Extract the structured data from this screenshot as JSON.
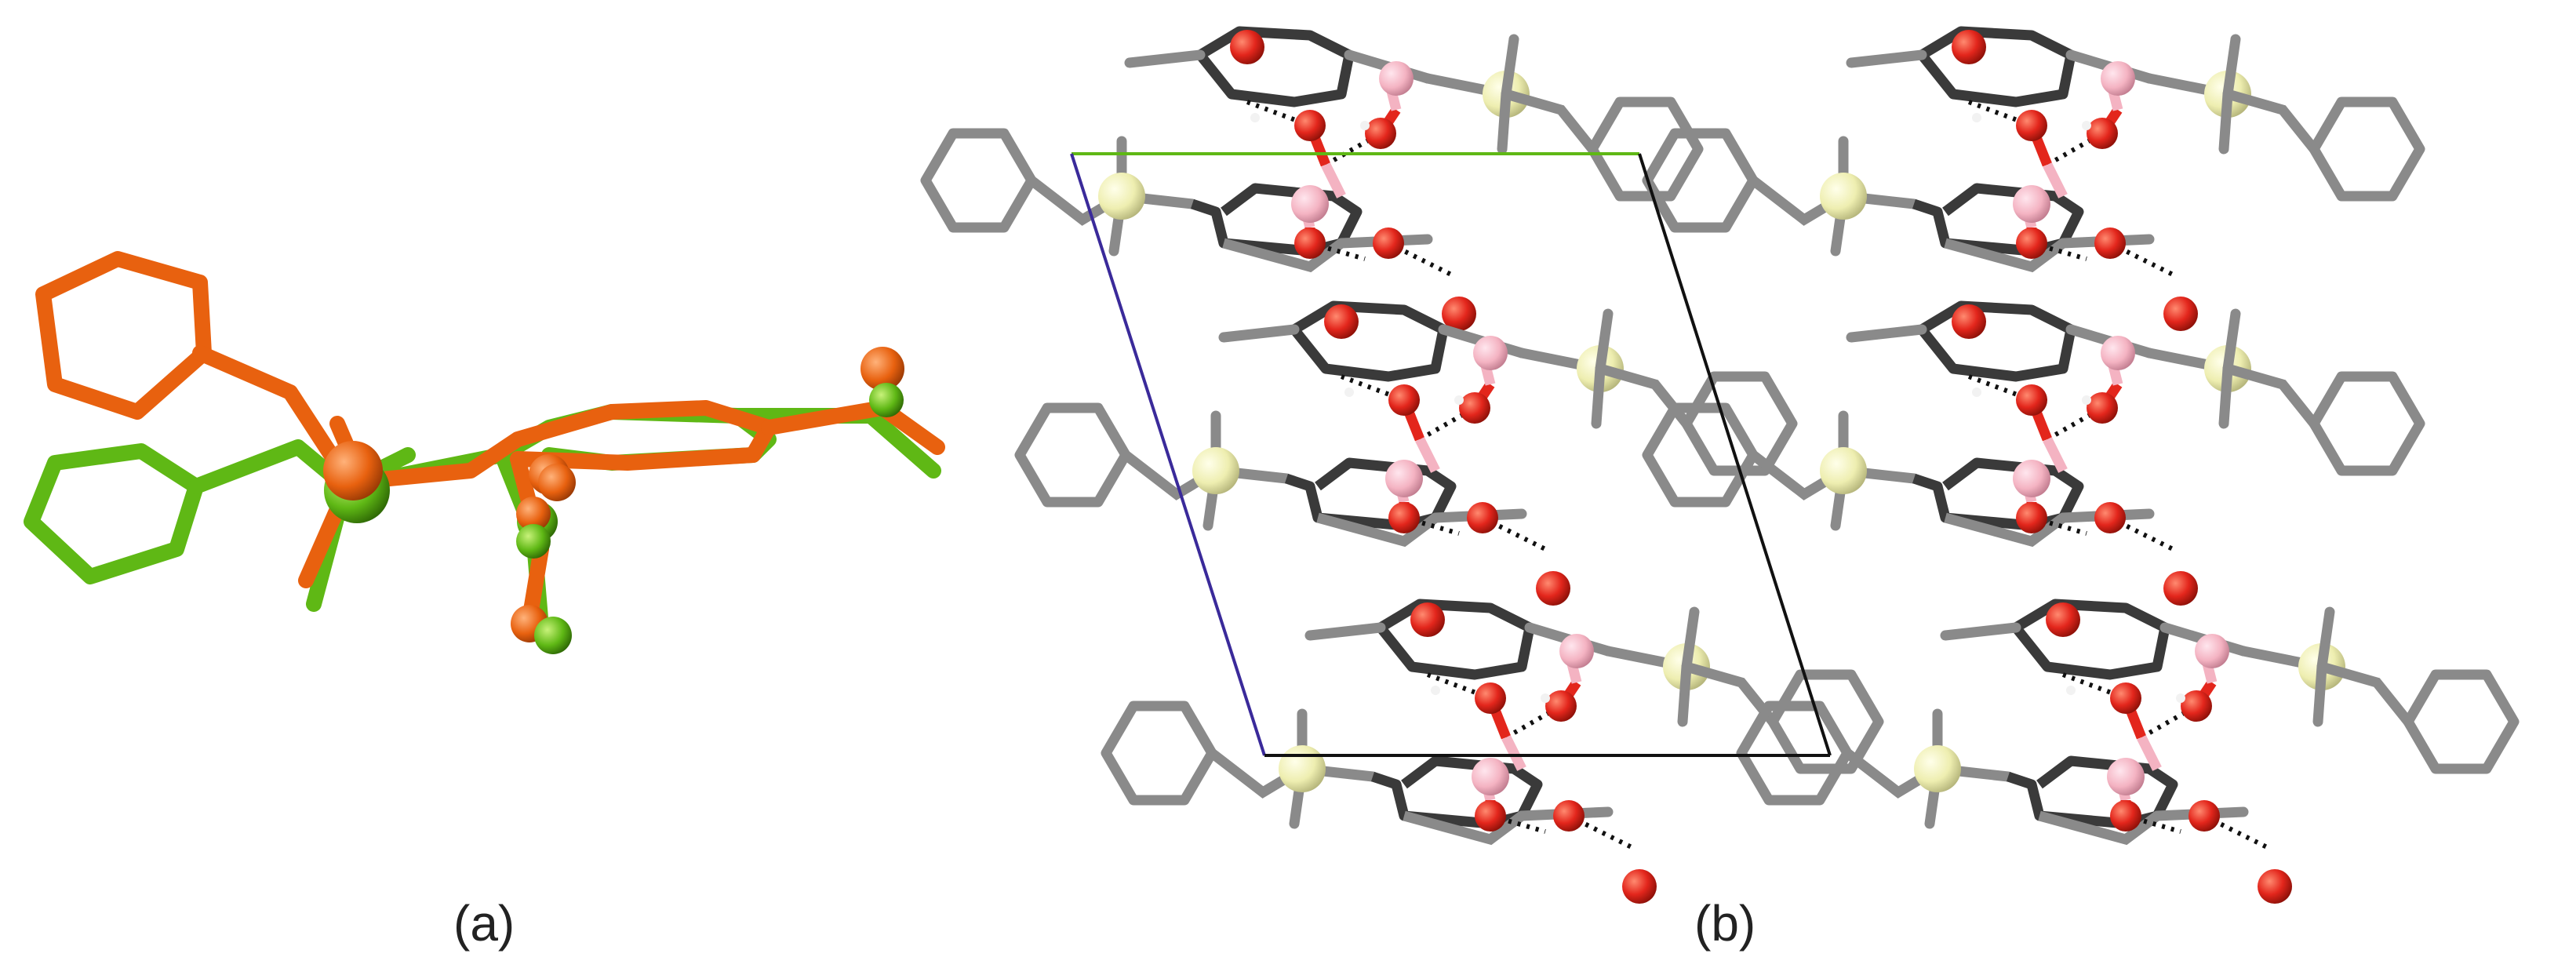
{
  "panels": [
    {
      "id": "a",
      "label": "(a)"
    },
    {
      "id": "b",
      "label": "(b)"
    }
  ],
  "colors": {
    "background": "#ffffff",
    "overlay_molecule_1": "#e8610f",
    "overlay_molecule_2": "#5fb815",
    "carbon_bond": "#8a8a8a",
    "carbon_bond_dark": "#3a3a3a",
    "oxygen_atom": "#e3261c",
    "boron_atom": "#f4b3c2",
    "silicon_atom": "#eeeeb0",
    "hydrogen_bond": "#111111",
    "unit_cell_edge_a": "#5fb815",
    "unit_cell_edge_b": "#3a2a9a",
    "unit_cell_edge": "#111111"
  },
  "icons": [
    "overlay-molecule-a",
    "crystal-packing-b",
    "unit-cell-outline"
  ]
}
